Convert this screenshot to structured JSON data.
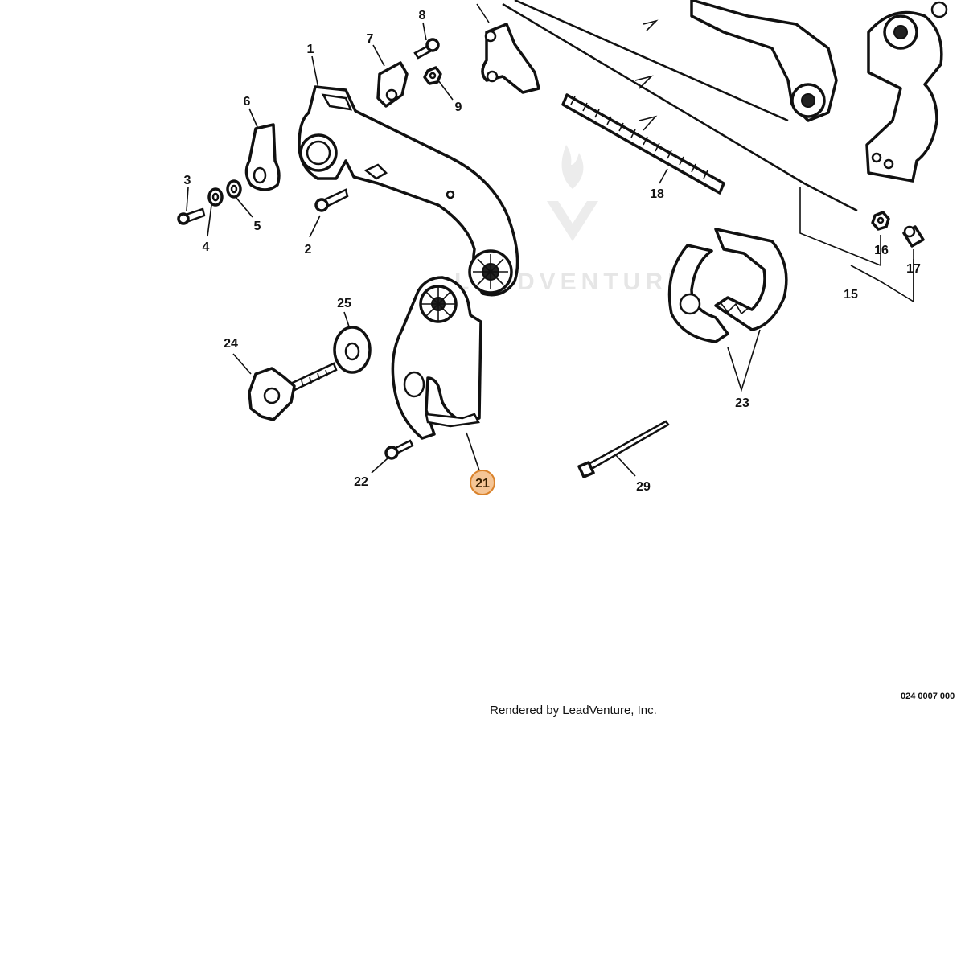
{
  "diagram": {
    "callouts": [
      {
        "id": "1",
        "label": "1"
      },
      {
        "id": "2",
        "label": "2"
      },
      {
        "id": "3",
        "label": "3"
      },
      {
        "id": "4",
        "label": "4"
      },
      {
        "id": "5",
        "label": "5"
      },
      {
        "id": "6",
        "label": "6"
      },
      {
        "id": "7",
        "label": "7"
      },
      {
        "id": "8",
        "label": "8"
      },
      {
        "id": "9",
        "label": "9"
      },
      {
        "id": "15",
        "label": "15"
      },
      {
        "id": "16",
        "label": "16"
      },
      {
        "id": "17",
        "label": "17"
      },
      {
        "id": "18",
        "label": "18"
      },
      {
        "id": "21",
        "label": "21"
      },
      {
        "id": "22",
        "label": "22"
      },
      {
        "id": "23",
        "label": "23"
      },
      {
        "id": "24",
        "label": "24"
      },
      {
        "id": "25",
        "label": "25"
      },
      {
        "id": "29",
        "label": "29"
      }
    ],
    "selected_callout": "21",
    "highlight_color": "#f5c596",
    "highlight_border": "#d9822b",
    "watermark": "LEADVENTURE",
    "footer_text": "Rendered by LeadVenture, Inc.",
    "diagram_code": "024 0007 000"
  }
}
